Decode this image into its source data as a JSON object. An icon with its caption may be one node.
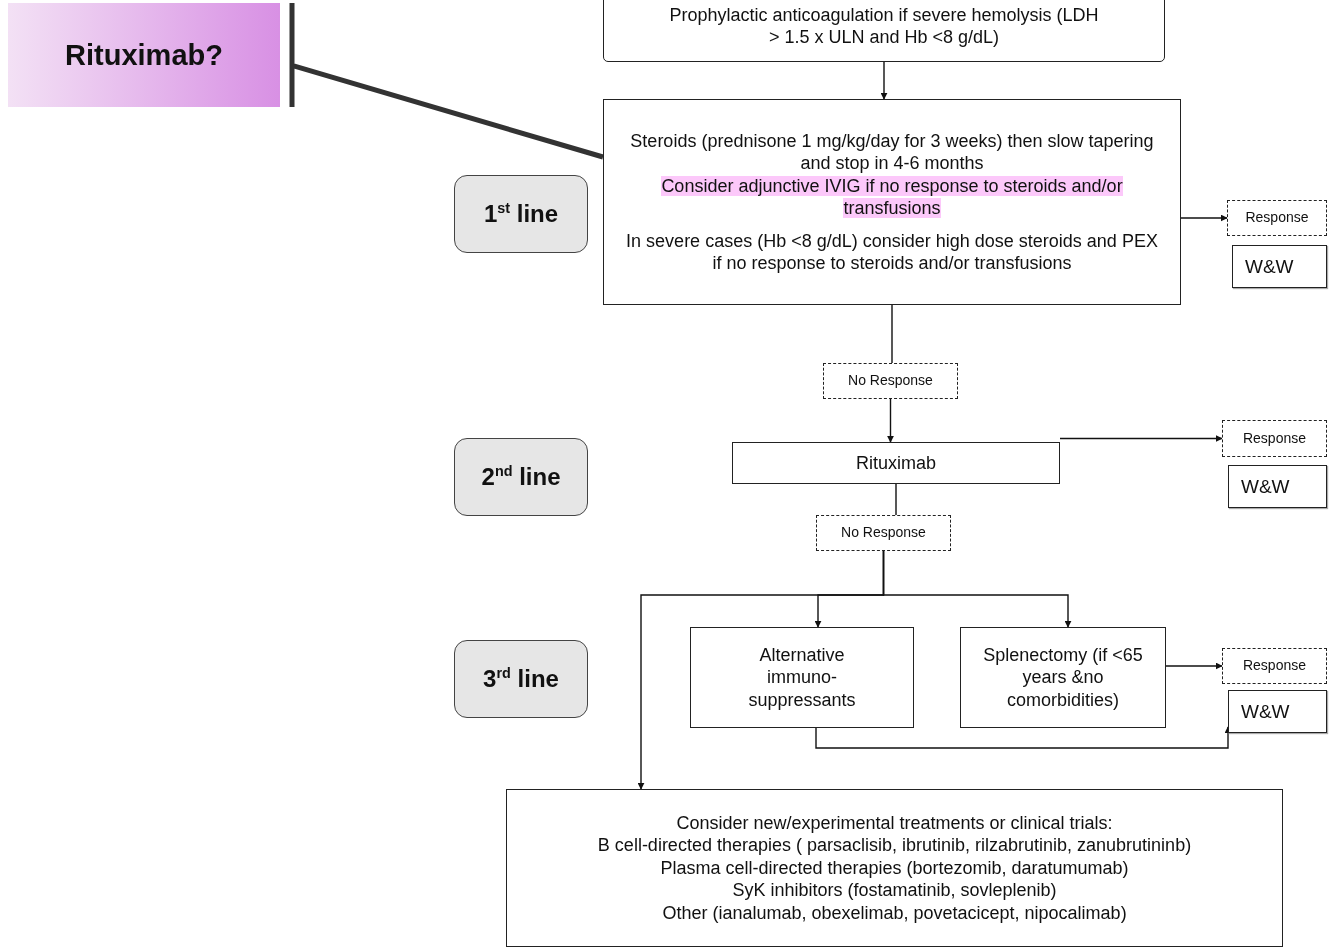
{
  "diagram": {
    "nodes": [
      {
        "text": [
          "Rituximab?"
        ]
      },
      {
        "text": [
          "Prophylactic anticoagulation if severe hemolysis (LDH > 1.5 x ULN and Hb <8 g/dL)"
        ]
      },
      {
        "text": [
          "Steroids (prednisone 1 mg/kg/day for 3 weeks) then slow tapering and stop in 4-6 months",
          "Consider adjunctive IVIG if no response to steroids and/or transfusions",
          "In severe cases (Hb <8 g/dL) consider high dose steroids and PEX if no response to steroids and/or transfusions"
        ]
      },
      {
        "text": [
          "1$^{st}$ line"
        ]
      },
      {
        "text": [
          "Response"
        ]
      },
      {
        "text": [
          "W&W"
        ]
      },
      {
        "text": [
          "No Response"
        ]
      },
      {
        "text": [
          "2$^{nd}$ line"
        ]
      },
      {
        "text": [
          "Rituximab"
        ]
      },
      {
        "text": [
          "Response"
        ]
      },
      {
        "text": [
          "W&W"
        ]
      },
      {
        "text": [
          "No Response"
        ]
      },
      {
        "text": [
          "3$^{rd}$ line"
        ]
      },
      {
        "text": [
          "Alternative immuno- suppressants"
        ]
      },
      {
        "text": [
          "Splenectomy (if <65 years &no comorbidities)"
        ]
      },
      {
        "text": [
          "Response"
        ]
      },
      {
        "text": [
          "W&W"
        ]
      },
      {
        "text": [
          "Consider new/experimental treatments or clinical trials:",
          "B cell-directed therapies ( parsaclisib, ibrutinib, rilzabrutinib, zanubrutininb)",
          "Plasma cell-directed therapies (bortezomib, daratumumab)",
          "SyK inhibitors (fostamatinib, sovleplenib)",
          "Other (ianalumab, obexelimab, povetacicept, nipocalimab)"
        ]
      }
    ],
    "edges": [
      {
        "from": 0,
        "to": 2,
        "arrow": "none",
        "style": "thick",
        "color": "#333333"
      },
      {
        "from": 1,
        "to": 2,
        "arrow": "to"
      },
      {
        "from": 2,
        "to": 4,
        "arrow": "to"
      },
      {
        "from": 2,
        "to": 6,
        "arrow": "none"
      },
      {
        "from": 6,
        "to": 8,
        "arrow": "to"
      },
      {
        "from": 8,
        "to": 9,
        "arrow": "to"
      },
      {
        "from": 8,
        "to": 11,
        "arrow": "none"
      },
      {
        "from": 11,
        "to": 13,
        "arrow": "to"
      },
      {
        "from": 11,
        "to": 14,
        "arrow": "to"
      },
      {
        "from": 11,
        "to": 17,
        "arrow": "to"
      },
      {
        "from": 14,
        "to": 15,
        "arrow": "to"
      },
      {
        "from": 13,
        "to": 16,
        "arrow": "to"
      }
    ]
  }
}
